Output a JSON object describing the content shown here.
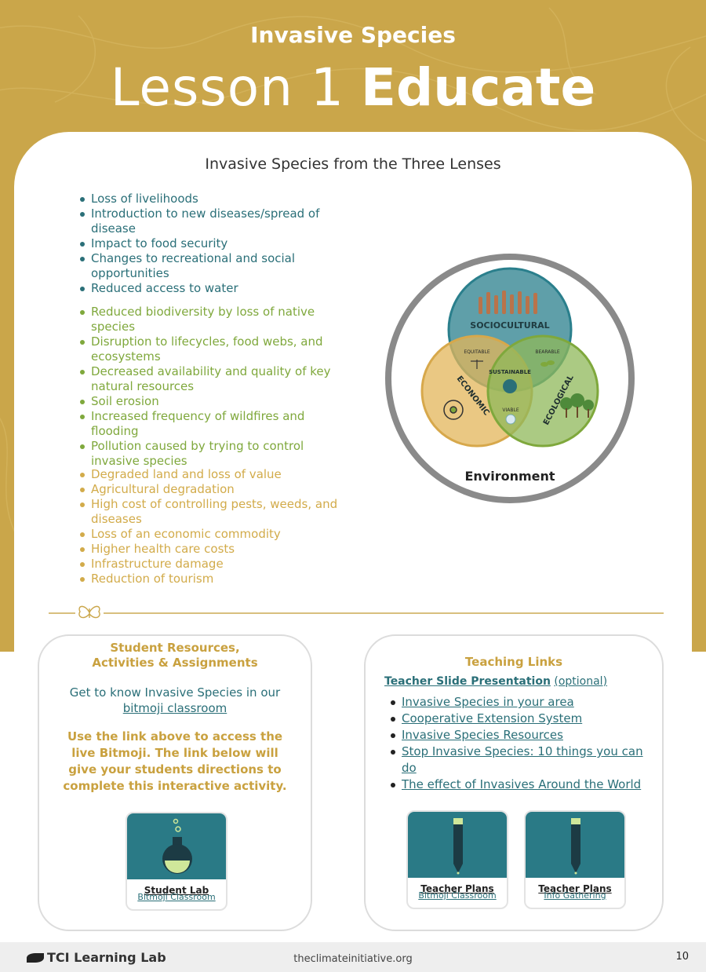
{
  "header": {
    "subtitle": "Invasive Species",
    "title_light": "Lesson 1",
    "title_bold": "Educate"
  },
  "section_title": "Invasive Species from the Three Lenses",
  "lenses": {
    "social": [
      "Loss of livelihoods",
      "Introduction to new diseases/spread of disease",
      "Impact to food security",
      "Changes to recreational and social opportunities",
      "Reduced access to water"
    ],
    "ecological": [
      "Reduced biodiversity by loss of native species",
      "Disruption to lifecycles, food webs, and ecosystems",
      "Decreased availability and quality of key natural resources",
      "Soil erosion",
      "Increased frequency of wildfires and flooding",
      "Pollution caused by trying to control invasive species"
    ],
    "economic": [
      "Degraded land and loss of value",
      "Agricultural degradation",
      "High cost of controlling pests, weeds, and diseases",
      "Loss of an economic commodity",
      "Higher health care costs",
      "Infrastructure damage",
      "Reduction of tourism"
    ]
  },
  "diagram": {
    "sociocultural": "SOCIOCULTURAL",
    "economic": "ECONOMIC",
    "ecological": "ECOLOGICAL",
    "equitable": "EQUITABLE",
    "bearable": "BEARABLE",
    "viable": "VIABLE",
    "sustainable": "SUSTAINABLE",
    "environment": "Environment"
  },
  "student": {
    "title_line1": "Student Resources,",
    "title_line2": "Activities & Assignments",
    "intro": "Get to know Invasive Species in our",
    "link": "bitmoji classroom",
    "instructions": "Use the link above to access the live Bitmoji. The link below will give your students directions to complete this interactive activity.",
    "tile_label": "Student Lab",
    "tile_sub": "Bitmoji Classroom"
  },
  "teaching": {
    "title": "Teaching Links",
    "presentation": "Teacher Slide Presentation",
    "optional": "(optional)",
    "links": [
      "Invasive Species in your area",
      "Cooperative Extension System",
      "Invasive Species Resources",
      "Stop Invasive Species: 10 things you can do",
      "The effect of Invasives Around the World"
    ],
    "tile1_label": "Teacher Plans",
    "tile1_sub": "Bitmoji Classroom",
    "tile2_label": "Teacher Plans",
    "tile2_sub": "Info Gathering"
  },
  "footer": {
    "brand": "TCI Learning Lab",
    "url": "theclimateinitiative.org",
    "page": "10"
  },
  "colors": {
    "gold": "#caa64a",
    "teal": "#2a6f78",
    "green": "#7fa83c",
    "tile_teal": "#2a7a86"
  }
}
